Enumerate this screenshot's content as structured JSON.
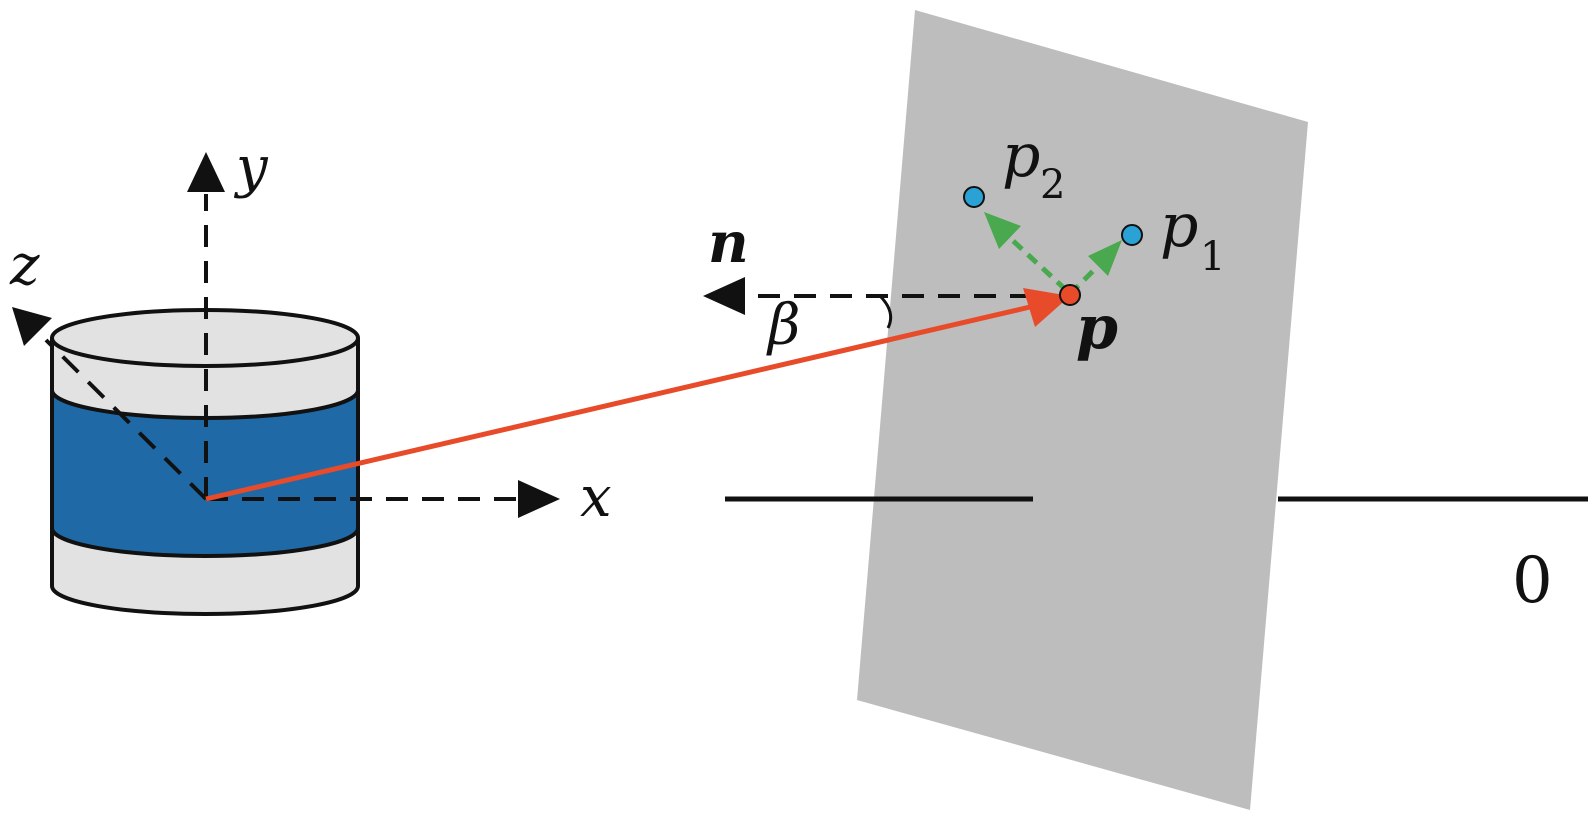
{
  "labels": {
    "axis_x": "x",
    "axis_y": "y",
    "axis_z": "z",
    "normal": "n",
    "angle": "β",
    "point_p": "p",
    "point_p1_base": "p",
    "point_p1_sub": "1",
    "point_p2_base": "p",
    "point_p2_sub": "2",
    "zero": "0"
  },
  "colors": {
    "plane": "#bdbdbd",
    "cylinder_band": "#1f6aa6",
    "cylinder_shell": "#e2e2e2",
    "ray": "#e84b2a",
    "offset_arrows": "#4aa84f",
    "sample_points": "#2aa2d6",
    "outline": "#111111"
  }
}
